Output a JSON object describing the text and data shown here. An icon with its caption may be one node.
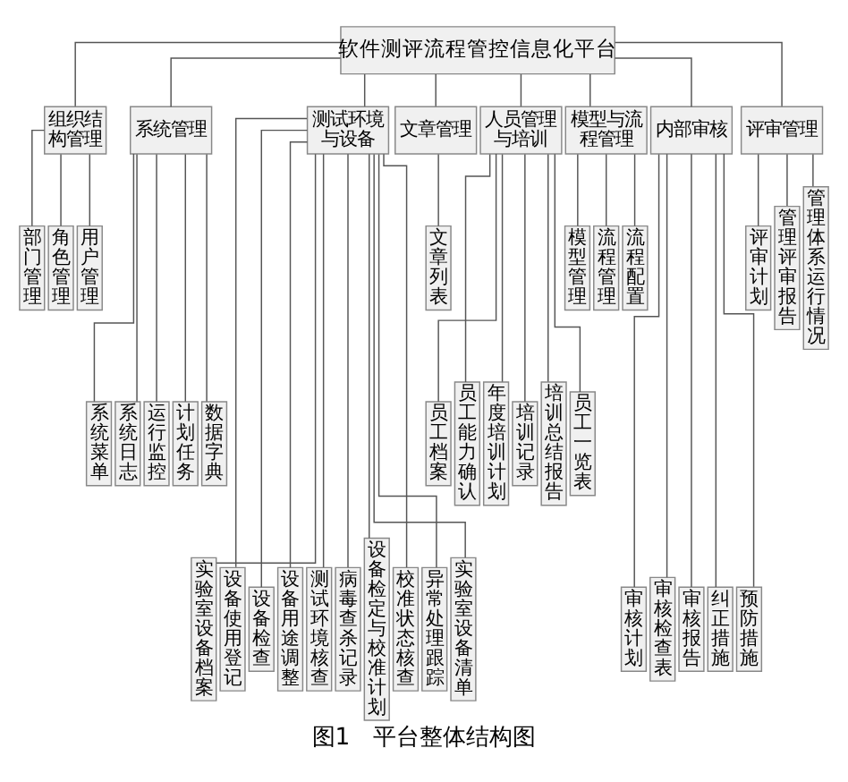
{
  "diagram": {
    "caption": "图1　平台整体结构图",
    "nodes": [
      {
        "text": [
          "软件测评流程管控信息化平台"
        ]
      },
      {
        "text": [
          "组织结构管理"
        ]
      },
      {
        "text": [
          "系统管理"
        ]
      },
      {
        "text": [
          "测试环境与设备"
        ]
      },
      {
        "text": [
          "文章管理"
        ]
      },
      {
        "text": [
          "人员管理与培训"
        ]
      },
      {
        "text": [
          "模型与流程管理"
        ]
      },
      {
        "text": [
          "内部审核"
        ]
      },
      {
        "text": [
          "评审管理"
        ]
      },
      {
        "text": [
          "部门管理"
        ]
      },
      {
        "text": [
          "角色管理"
        ]
      },
      {
        "text": [
          "用户管理"
        ]
      },
      {
        "text": [
          "文章列表"
        ]
      },
      {
        "text": [
          "模型管理"
        ]
      },
      {
        "text": [
          "流程管理"
        ]
      },
      {
        "text": [
          "流程配置"
        ]
      },
      {
        "text": [
          "评审计划"
        ]
      },
      {
        "text": [
          "管理评审报告"
        ]
      },
      {
        "text": [
          "管理体系运行情况"
        ]
      },
      {
        "text": [
          "系统菜单"
        ]
      },
      {
        "text": [
          "系统日志"
        ]
      },
      {
        "text": [
          "运行监控"
        ]
      },
      {
        "text": [
          "计划任务"
        ]
      },
      {
        "text": [
          "数据字典"
        ]
      },
      {
        "text": [
          "员工档案"
        ]
      },
      {
        "text": [
          "员工能力确认"
        ]
      },
      {
        "text": [
          "年度培训计划"
        ]
      },
      {
        "text": [
          "培训记录"
        ]
      },
      {
        "text": [
          "培训总结报告"
        ]
      },
      {
        "text": [
          "员工一览表"
        ]
      },
      {
        "text": [
          "实验室设备档案"
        ]
      },
      {
        "text": [
          "设备使用登记"
        ]
      },
      {
        "text": [
          "设备检查"
        ]
      },
      {
        "text": [
          "设备用途调整"
        ]
      },
      {
        "text": [
          "测试环境核查"
        ]
      },
      {
        "text": [
          "病毒查杀记录"
        ]
      },
      {
        "text": [
          "设备检定与校准计划"
        ]
      },
      {
        "text": [
          "校准状态核查"
        ]
      },
      {
        "text": [
          "异常处理跟踪"
        ]
      },
      {
        "text": [
          "实验室设备清单"
        ]
      },
      {
        "text": [
          "审核计划"
        ]
      },
      {
        "text": [
          "审核检查表"
        ]
      },
      {
        "text": [
          "审核报告"
        ]
      },
      {
        "text": [
          "纠正措施"
        ]
      },
      {
        "text": [
          "预防措施"
        ]
      }
    ],
    "edges": [
      {
        "from": 0,
        "to": 1,
        "arrow": "none"
      },
      {
        "from": 0,
        "to": 2,
        "arrow": "none"
      },
      {
        "from": 0,
        "to": 3,
        "arrow": "none"
      },
      {
        "from": 0,
        "to": 4,
        "arrow": "none"
      },
      {
        "from": 0,
        "to": 5,
        "arrow": "none"
      },
      {
        "from": 0,
        "to": 6,
        "arrow": "none"
      },
      {
        "from": 0,
        "to": 7,
        "arrow": "none"
      },
      {
        "from": 0,
        "to": 8,
        "arrow": "none"
      },
      {
        "from": 1,
        "to": 9,
        "arrow": "none"
      },
      {
        "from": 1,
        "to": 10,
        "arrow": "none"
      },
      {
        "from": 1,
        "to": 11,
        "arrow": "none"
      },
      {
        "from": 4,
        "to": 12,
        "arrow": "none"
      },
      {
        "from": 6,
        "to": 13,
        "arrow": "none"
      },
      {
        "from": 6,
        "to": 14,
        "arrow": "none"
      },
      {
        "from": 6,
        "to": 15,
        "arrow": "none"
      },
      {
        "from": 8,
        "to": 16,
        "arrow": "none"
      },
      {
        "from": 8,
        "to": 17,
        "arrow": "none"
      },
      {
        "from": 8,
        "to": 18,
        "arrow": "none"
      },
      {
        "from": 2,
        "to": 19,
        "arrow": "none"
      },
      {
        "from": 2,
        "to": 20,
        "arrow": "none"
      },
      {
        "from": 2,
        "to": 21,
        "arrow": "none"
      },
      {
        "from": 2,
        "to": 22,
        "arrow": "none"
      },
      {
        "from": 2,
        "to": 23,
        "arrow": "none"
      },
      {
        "from": 5,
        "to": 24,
        "arrow": "none"
      },
      {
        "from": 5,
        "to": 25,
        "arrow": "none"
      },
      {
        "from": 5,
        "to": 26,
        "arrow": "none"
      },
      {
        "from": 5,
        "to": 27,
        "arrow": "none"
      },
      {
        "from": 5,
        "to": 28,
        "arrow": "none"
      },
      {
        "from": 5,
        "to": 29,
        "arrow": "none"
      },
      {
        "from": 3,
        "to": 30,
        "arrow": "none"
      },
      {
        "from": 3,
        "to": 31,
        "arrow": "none"
      },
      {
        "from": 3,
        "to": 32,
        "arrow": "none"
      },
      {
        "from": 3,
        "to": 33,
        "arrow": "none"
      },
      {
        "from": 3,
        "to": 34,
        "arrow": "none"
      },
      {
        "from": 3,
        "to": 35,
        "arrow": "none"
      },
      {
        "from": 3,
        "to": 36,
        "arrow": "none"
      },
      {
        "from": 3,
        "to": 37,
        "arrow": "none"
      },
      {
        "from": 3,
        "to": 38,
        "arrow": "none"
      },
      {
        "from": 3,
        "to": 39,
        "arrow": "none"
      },
      {
        "from": 7,
        "to": 40,
        "arrow": "none"
      },
      {
        "from": 7,
        "to": 41,
        "arrow": "none"
      },
      {
        "from": 7,
        "to": 42,
        "arrow": "none"
      },
      {
        "from": 7,
        "to": 43,
        "arrow": "none"
      },
      {
        "from": 7,
        "to": 44,
        "arrow": "none"
      }
    ]
  }
}
